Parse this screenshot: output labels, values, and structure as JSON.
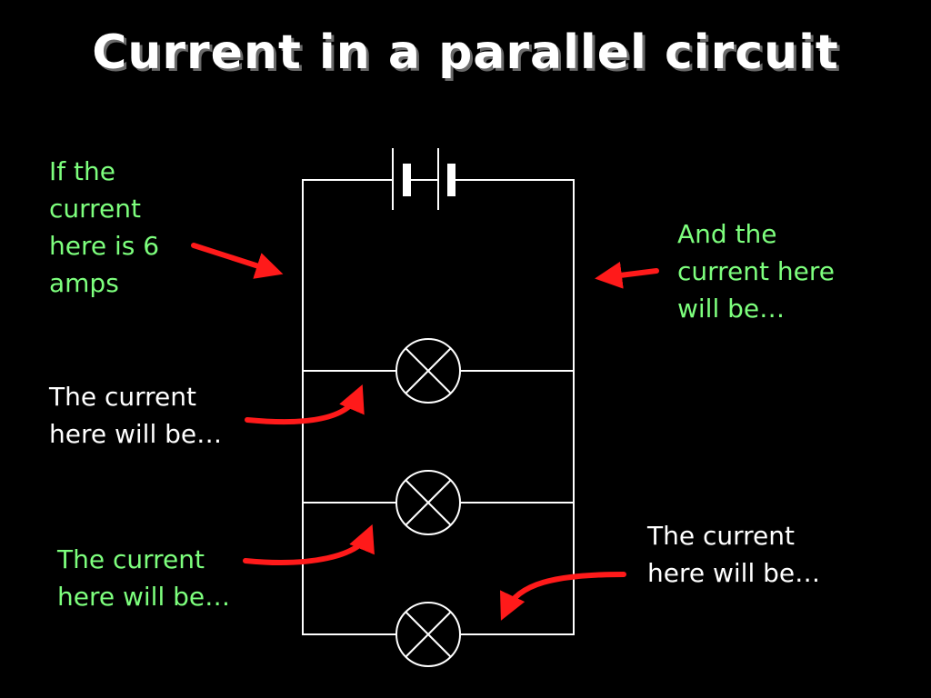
{
  "slide": {
    "title": "Current in a parallel circuit",
    "labels": {
      "top_left": "If the\ncurrent\nhere is 6\namps",
      "top_right": "And the\ncurrent here\nwill be…",
      "mid_left": "The current\nhere will be…",
      "lower_left": "The current\nhere will be…",
      "lower_right": "The current\nhere will be…"
    },
    "colors": {
      "background": "#000000",
      "title": "#ffffff",
      "green_text": "#7dff7d",
      "white_text": "#ffffff",
      "wire": "#ffffff",
      "arrow": "#ff1a1a"
    },
    "icons": {
      "battery": "cell-battery-symbol",
      "lamp": "lamp-symbol"
    }
  }
}
